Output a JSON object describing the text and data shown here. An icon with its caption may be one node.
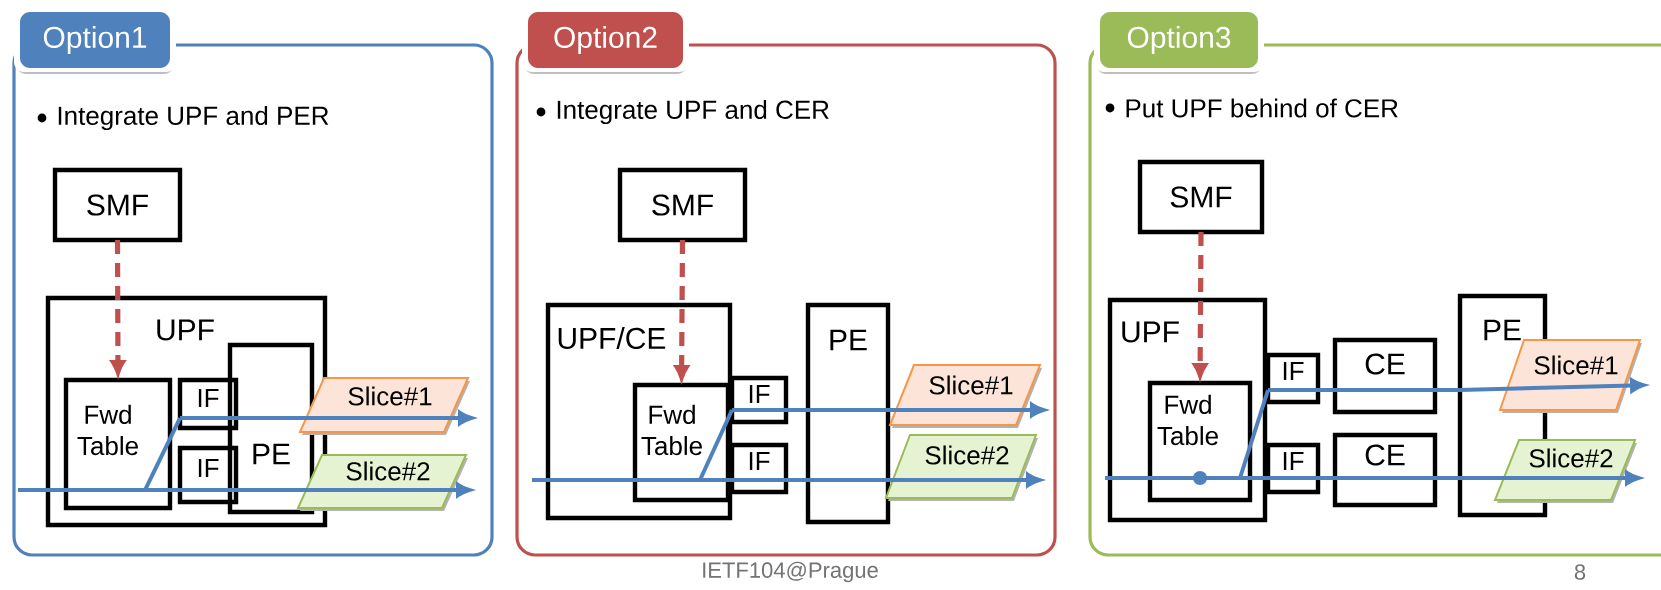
{
  "diagram": {
    "nodes": [
      {
        "text": [
          "Option1",
          "Integrate UPF and PER"
        ]
      },
      {
        "text": [
          "SMF"
        ],
        "in": 0
      },
      {
        "text": [
          "UPF"
        ],
        "in": 0
      },
      {
        "text": [
          "Fwd Table"
        ],
        "in": 2
      },
      {
        "text": [
          "IF"
        ],
        "in": 2
      },
      {
        "text": [
          "IF"
        ],
        "in": 2
      },
      {
        "text": [
          "PE"
        ],
        "in": 2
      },
      {
        "text": [
          "Slice#1"
        ],
        "in": 0
      },
      {
        "text": [
          "Slice#2"
        ],
        "in": 0
      },
      {
        "text": [
          "Option2",
          "Integrate UPF and CER"
        ]
      },
      {
        "text": [
          "SMF"
        ],
        "in": 9
      },
      {
        "text": [
          "UPF/CE"
        ],
        "in": 9
      },
      {
        "text": [
          "Fwd Table"
        ],
        "in": 11
      },
      {
        "text": [
          "IF"
        ],
        "in": 9
      },
      {
        "text": [
          "IF"
        ],
        "in": 9
      },
      {
        "text": [
          "PE"
        ],
        "in": 9
      },
      {
        "text": [
          "Slice#1"
        ],
        "in": 9
      },
      {
        "text": [
          "Slice#2"
        ],
        "in": 9
      },
      {
        "text": [
          "Option3",
          "Put UPF behind of CER"
        ]
      },
      {
        "text": [
          "SMF"
        ],
        "in": 18
      },
      {
        "text": [
          "UPF"
        ],
        "in": 18
      },
      {
        "text": [
          "Fwd Table"
        ],
        "in": 20
      },
      {
        "text": [
          "IF"
        ],
        "in": 18
      },
      {
        "text": [
          "IF"
        ],
        "in": 18
      },
      {
        "text": [
          "CE"
        ],
        "in": 18
      },
      {
        "text": [
          "CE"
        ],
        "in": 18
      },
      {
        "text": [
          "PE"
        ],
        "in": 18
      },
      {
        "text": [
          "Slice#1"
        ],
        "in": 18
      },
      {
        "text": [
          "Slice#2"
        ],
        "in": 18
      }
    ],
    "edges": [
      {
        "from": 1,
        "to": 3,
        "arrow": "to",
        "style": "dashed",
        "color": "#c0504d"
      },
      {
        "from": null,
        "to": 3,
        "arrow": "none"
      },
      {
        "from": 3,
        "to": 4,
        "arrow": "none"
      },
      {
        "from": 4,
        "to": 6,
        "arrow": "none"
      },
      {
        "from": 6,
        "to": 7,
        "arrow": "to"
      },
      {
        "from": 3,
        "to": 5,
        "arrow": "none"
      },
      {
        "from": 5,
        "to": 6,
        "arrow": "none"
      },
      {
        "from": 6,
        "to": 8,
        "arrow": "to"
      },
      {
        "from": 10,
        "to": 12,
        "arrow": "to",
        "style": "dashed",
        "color": "#c0504d"
      },
      {
        "from": null,
        "to": 12,
        "arrow": "none"
      },
      {
        "from": 12,
        "to": 13,
        "arrow": "none"
      },
      {
        "from": 13,
        "to": 15,
        "arrow": "none"
      },
      {
        "from": 15,
        "to": 16,
        "arrow": "to"
      },
      {
        "from": 12,
        "to": 14,
        "arrow": "none"
      },
      {
        "from": 14,
        "to": 15,
        "arrow": "none"
      },
      {
        "from": 15,
        "to": 17,
        "arrow": "to"
      },
      {
        "from": 19,
        "to": 21,
        "arrow": "to",
        "style": "dashed",
        "color": "#c0504d"
      },
      {
        "from": null,
        "to": 21,
        "arrow": "none"
      },
      {
        "from": 21,
        "to": 22,
        "arrow": "none"
      },
      {
        "from": 22,
        "to": 24,
        "arrow": "none"
      },
      {
        "from": 24,
        "to": 26,
        "arrow": "none"
      },
      {
        "from": 26,
        "to": 27,
        "arrow": "to"
      },
      {
        "from": 21,
        "to": 23,
        "arrow": "none"
      },
      {
        "from": 23,
        "to": 25,
        "arrow": "none"
      },
      {
        "from": 25,
        "to": 26,
        "arrow": "none"
      },
      {
        "from": 26,
        "to": 28,
        "arrow": "to"
      }
    ],
    "labels": [
      "IETF104@Prague",
      "8"
    ]
  }
}
